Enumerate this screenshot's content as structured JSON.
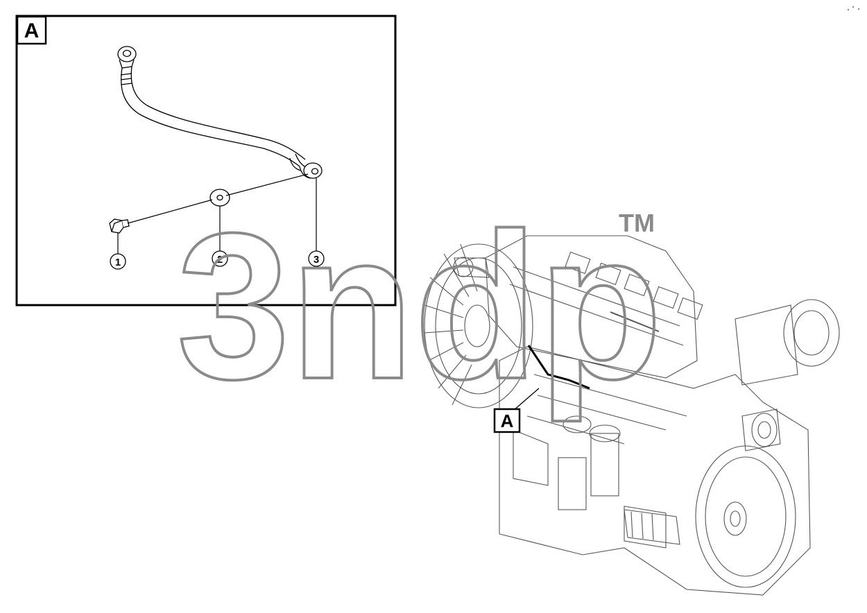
{
  "detail_view": {
    "label": "A"
  },
  "callouts": [
    {
      "number": "1"
    },
    {
      "number": "2"
    },
    {
      "number": "3"
    }
  ],
  "engine_view": {
    "detail_marker": "A"
  },
  "watermark": {
    "text": "3ndp",
    "trademark": "TM"
  },
  "colors": {
    "line": "#000000",
    "watermark": "#8a8a8a",
    "engine": "#555555"
  }
}
